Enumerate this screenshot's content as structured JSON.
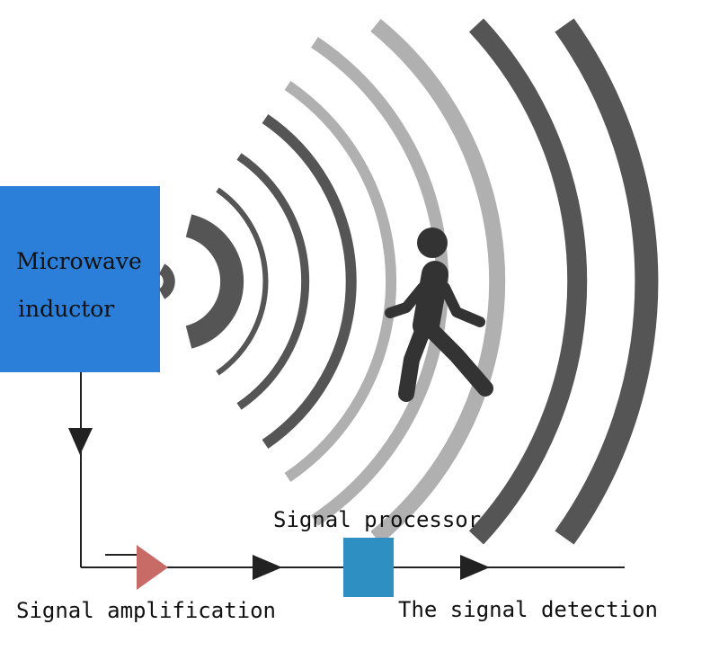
{
  "microwave_inductor": {
    "line1": "Microwave",
    "line2": "inductor",
    "color": "#2b7fd9"
  },
  "signal_processor": {
    "label": "Signal processor",
    "color": "#2e8fc2"
  },
  "amplifier": {
    "label": "Signal amplification",
    "color": "#c86a66"
  },
  "detection": {
    "label": "The signal detection"
  },
  "waves": {
    "dark_color": "#555555",
    "light_color": "#b0b0b0"
  },
  "person": {
    "icon": "walking-person-icon",
    "color": "#333333"
  }
}
